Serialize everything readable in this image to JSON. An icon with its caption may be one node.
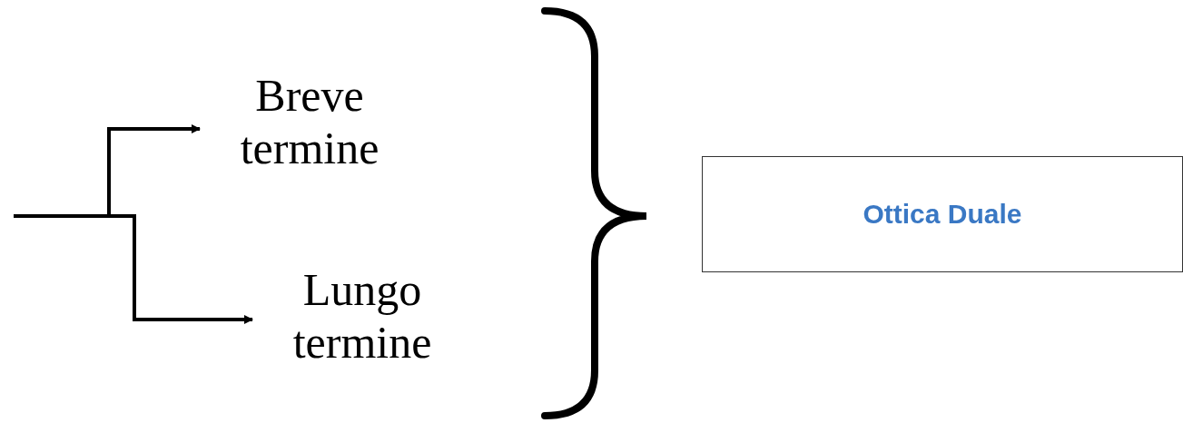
{
  "diagram": {
    "nodes": [
      {
        "text": [
          "Breve termine"
        ]
      },
      {
        "text": [
          "Lungo termine"
        ]
      },
      {
        "text": [
          "Ottica Duale"
        ]
      }
    ],
    "edges": [
      {
        "from": null,
        "to": 0,
        "arrow": "to"
      },
      {
        "from": null,
        "to": 1,
        "arrow": "to"
      }
    ]
  }
}
